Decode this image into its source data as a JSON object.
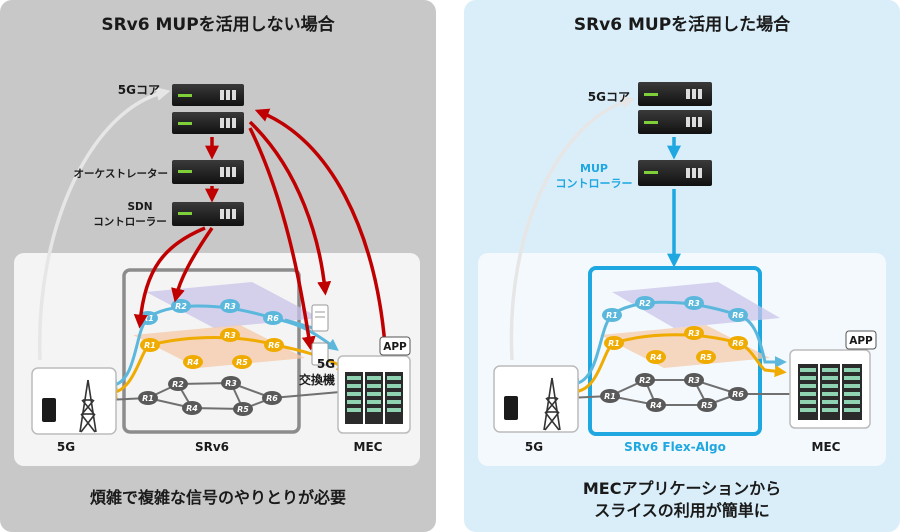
{
  "left": {
    "title": "SRv6 MUPを活用しない場合",
    "core_label": "5Gコア",
    "orchestrator_label": "オーケストレーター",
    "sdn_line1": "SDN",
    "sdn_line2": "コントローラー",
    "switch_line1": "5G",
    "switch_line2": "交換機",
    "app_label": "APP",
    "g5_label": "5G",
    "srv6_label": "SRv6",
    "mec_label": "MEC",
    "bottom_text": "煩雑で複雑な信号のやりとりが必要"
  },
  "right": {
    "title": "SRv6 MUPを活用した場合",
    "core_label": "5Gコア",
    "mup_line1": "MUP",
    "mup_line2": "コントローラー",
    "app_label": "APP",
    "g5_label": "5G",
    "srv6_label": "SRv6 Flex-Algo",
    "mec_label": "MEC",
    "bottom_line1": "MECアプリケーションから",
    "bottom_line2": "スライスの利用が簡単に"
  },
  "nodes": {
    "r1": "R1",
    "r2": "R2",
    "r3": "R3",
    "r4": "R4",
    "r5": "R5",
    "r6": "R6"
  },
  "colors": {
    "left_bg": "#c8c8c8",
    "right_bg": "#d9eef9",
    "red_arrow": "#c00000",
    "blue_arrow": "#1ea7e1",
    "orange_path": "#f0ab00",
    "blue_path": "#5bb8dc",
    "node_dark": "#595959"
  }
}
